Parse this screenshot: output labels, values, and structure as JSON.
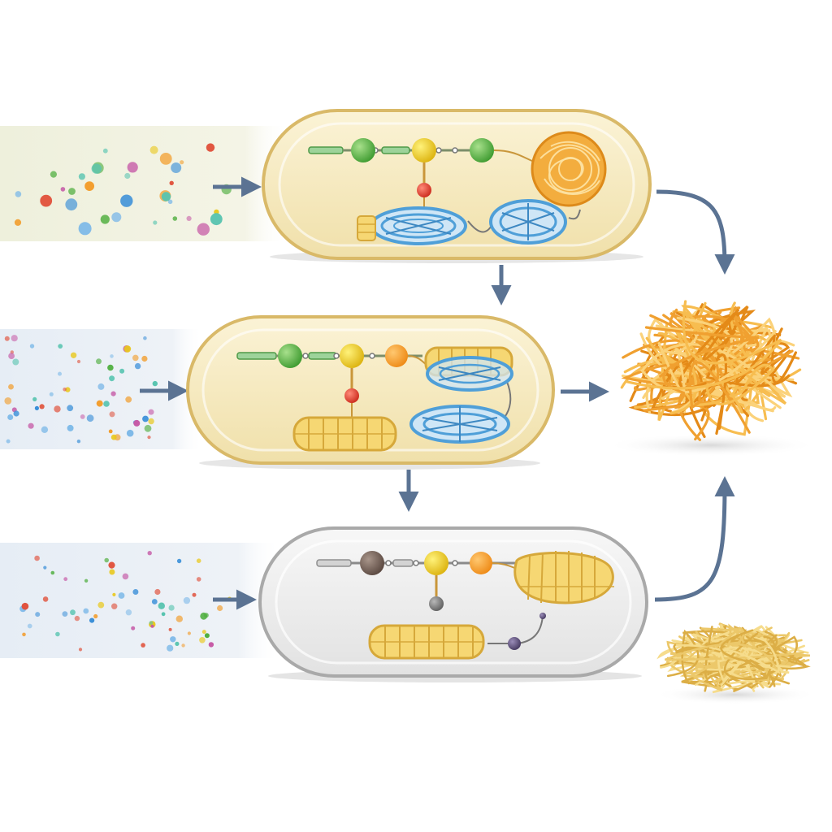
{
  "colors": {
    "background": "#ffffff",
    "arrow": "#5b7393",
    "capsule_warm_fill": "#f6ebc3",
    "capsule_warm_border": "#d9b968",
    "capsule_grey_fill": "#eeeeee",
    "capsule_grey_border": "#a9a9a9",
    "protein_blue": "#4f9fd8",
    "protein_gold": "#e5b94e",
    "aggregate_orange": "#f0a030",
    "aggregate_pale": "#ecc86a",
    "bead_green": "#4fae3f",
    "bead_yellow": "#e9c81c",
    "bead_red": "#dc3a2a",
    "bead_orange": "#f29b28",
    "bead_brown": "#6e5a4e",
    "bead_grey": "#7d7d7d",
    "bead_purple": "#5b4e74"
  },
  "icons": {
    "particle_cloud": "small-molecule-dots-icon",
    "arrow": "flow-arrow-icon",
    "chain": "signal-pathway-chain-icon",
    "blue_complex": "blue-protein-complex-icon",
    "gold_complex": "gold-protein-complex-icon",
    "orange_aggregate": "tangled-fibril-aggregate-icon",
    "pale_aggregate": "amorphous-aggregate-icon"
  },
  "panels": [
    {
      "id": "top",
      "capsule_style": "warm",
      "beads": [
        "green",
        "yellow",
        "green"
      ],
      "branch_bead": "red"
    },
    {
      "id": "middle",
      "capsule_style": "warm",
      "beads": [
        "green",
        "yellow",
        "orange"
      ],
      "branch_bead": "red"
    },
    {
      "id": "bottom",
      "capsule_style": "grey",
      "beads": [
        "brown",
        "yellow",
        "orange"
      ],
      "branch_bead": "grey"
    }
  ]
}
